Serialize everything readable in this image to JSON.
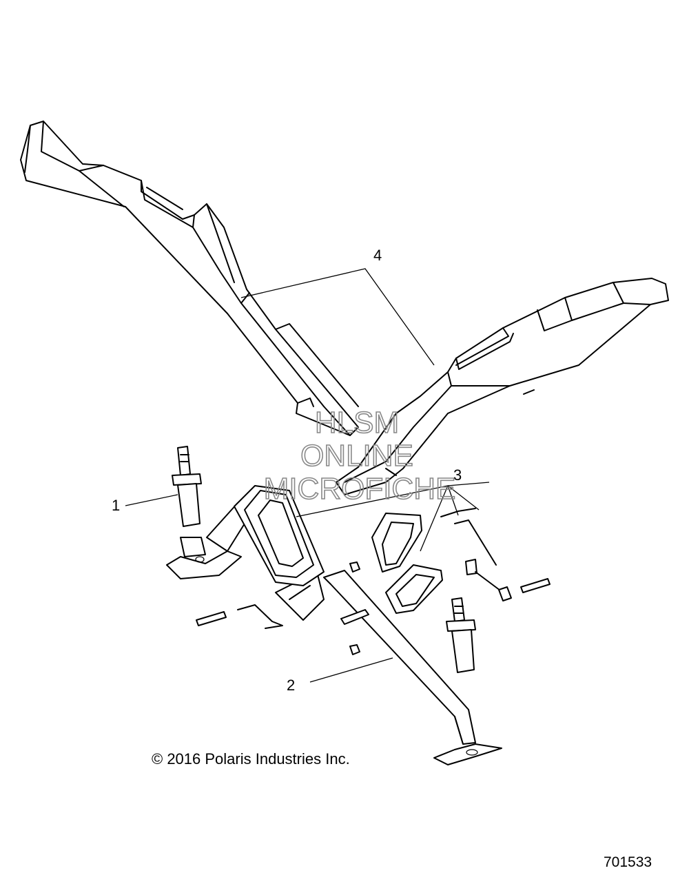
{
  "callouts": {
    "c1": "1",
    "c2": "2",
    "c3": "3",
    "c4": "4"
  },
  "watermark": {
    "line1": "HLSM",
    "line2": "ONLINE",
    "line3": "MICROFICHE"
  },
  "copyright": "© 2016 Polaris Industries Inc.",
  "figure_number": "701533"
}
